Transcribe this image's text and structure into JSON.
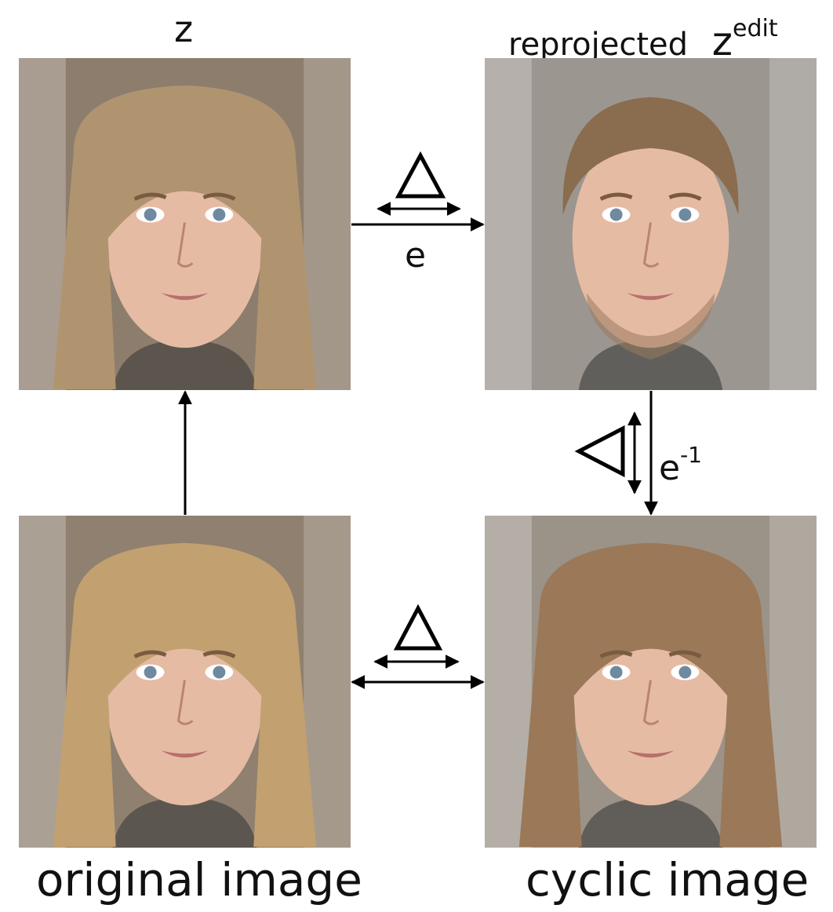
{
  "labels": {
    "top_left_title": "z",
    "top_right_title_prefix": "reprojected",
    "top_right_symbol": "z",
    "top_right_superscript": "edit",
    "edge_top_label": "e",
    "edge_right_label": "e",
    "edge_right_superscript": "-1",
    "bottom_left_caption": "original image",
    "bottom_right_caption": "cyclic image"
  },
  "icons": {
    "delta_top": "triangle-up-icon",
    "delta_right": "triangle-left-icon",
    "delta_bottom": "triangle-up-icon"
  },
  "images": {
    "top_left": {
      "depicts": "face-woman-blonde",
      "hair_color": "#b09470",
      "bg_color": "#8d7d6d"
    },
    "top_right": {
      "depicts": "face-man-beard",
      "hair_color": "#8a6c4e",
      "bg_color": "#9c9690"
    },
    "bottom_left": {
      "depicts": "face-woman-blonde",
      "hair_color": "#c2a070",
      "bg_color": "#8f8070"
    },
    "bottom_right": {
      "depicts": "face-woman-brown-hair",
      "hair_color": "#9a7858",
      "bg_color": "#9b9388"
    }
  },
  "colors": {
    "line": "#000000",
    "text": "#111111",
    "skin": "#e6bba3"
  }
}
